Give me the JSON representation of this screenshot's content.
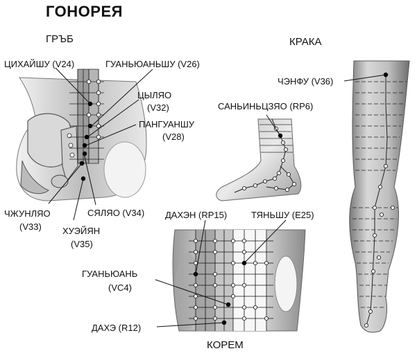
{
  "title": "ГОНОРЕЯ",
  "sections": {
    "back": "ГРЪБ",
    "legs": "КРАКА",
    "abdomen": "КОРЕМ"
  },
  "points": {
    "v24": "ЦИХАЙШУ (V24)",
    "v26": "ГУАНЬЮАНЬШУ (V26)",
    "v32_name": "ЦЫЛЯО",
    "v32_code": "(V32)",
    "v28_name": "ПАНГУАНШУ",
    "v28_code": "(V28)",
    "v33_name": "ЧЖУНЛЯО",
    "v33_code": "(V33)",
    "v34": "СЯЛЯО (V34)",
    "v35_name": "ХУЭЙЯН",
    "v35_code": "(V35)",
    "v36": "ЧЭНФУ (V36)",
    "rp6": "САНЬИНЬЦЗЯО (RP6)",
    "rp15": "ДАХЭН (RP15)",
    "e25": "ТЯНЬШУ (E25)",
    "vc4_name": "ГУАНЬЮАНЬ",
    "vc4_code": "(VC4)",
    "r12": "ДАХЭ (R12)"
  },
  "colors": {
    "text": "#111111",
    "skin_light": "#e6e6e6",
    "skin_mid": "#c4c4c4",
    "skin_dark": "#8a8a8a",
    "point": "#000000"
  }
}
